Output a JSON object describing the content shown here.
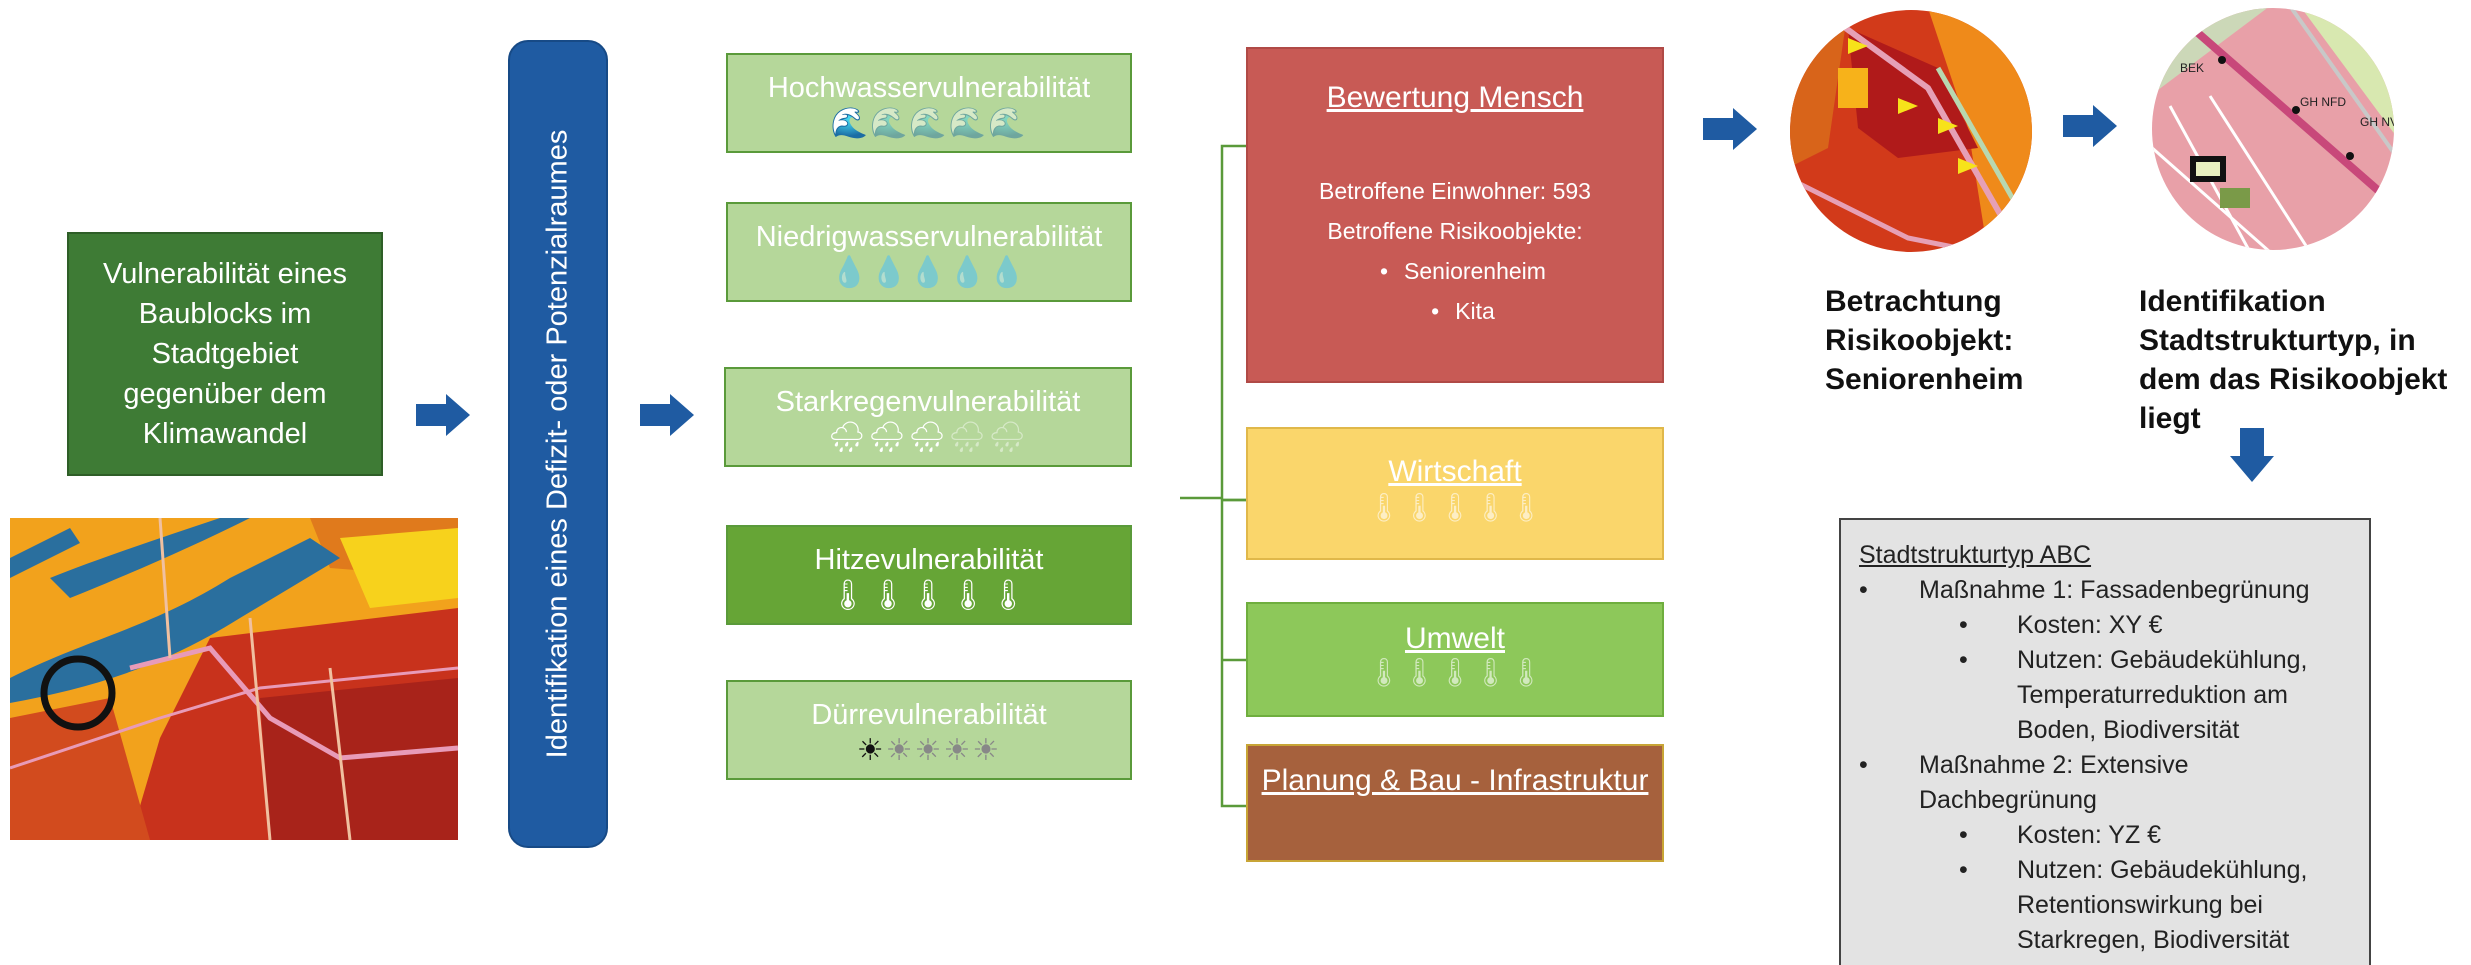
{
  "left_box": {
    "text": "Vulnerabilität eines Baublocks im Stadtgebiet gegenüber dem Klimawandel"
  },
  "vertical_label": "Identifikation eines Defizit- oder Potenzialraumes",
  "vulnerabilities": [
    {
      "label": "Hochwasservulnerabilität",
      "icon": "wave-icon",
      "glyphs": "🌊🌊🌊🌊🌊",
      "active": 1
    },
    {
      "label": "Niedrigwasservulnerabilität",
      "icon": "drop-icon",
      "glyphs": "💧💧💧💧💧",
      "active": 0
    },
    {
      "label": "Starkregenvulnerabilität",
      "icon": "cloud-rain-icon",
      "glyphs": "🌧🌧🌧🌧🌧",
      "active": 3
    },
    {
      "label": "Hitzevulnerabilität",
      "icon": "thermometer-icon",
      "glyphs": "🌡🌡🌡🌡🌡",
      "active": 5
    },
    {
      "label": "Dürrevulnerabilität",
      "icon": "sun-icon",
      "glyphs": "☀☀☀☀☀",
      "active": 1
    }
  ],
  "categories": {
    "mensch": {
      "title": "Bewertung Mensch",
      "residents": "Betroffene Einwohner: 593",
      "objects_title": "Betroffene Risikoobjekte:",
      "objects": [
        "Seniorenheim",
        "Kita"
      ]
    },
    "wirtschaft": {
      "title": "Wirtschaft",
      "icon": "thermometer-icon"
    },
    "umwelt": {
      "title": "Umwelt",
      "icon": "thermometer-icon"
    },
    "planung": {
      "title": "Planung & Bau - Infrastruktur"
    }
  },
  "step1": {
    "label": "Betrachtung Risikoobjekt: Seniorenheim"
  },
  "step2": {
    "label": "Identifikation Stadtstrukturtyp, in dem das Risikoobjekt liegt"
  },
  "measures": {
    "title": "Stadtstrukturtyp ABC",
    "m1": "Maßnahme 1: Fassadenbegrünung",
    "m1_cost": "Kosten: XY €",
    "m1_benefit": "Nutzen: Gebäudekühlung, Temperaturreduktion am Boden, Biodiversität",
    "m2": "Maßnahme 2: Extensive Dachbegrünung",
    "m2_cost": "Kosten: YZ €",
    "m2_benefit": "Nutzen: Gebäudekühlung, Retentionswirkung bei Starkregen, Biodiversität"
  },
  "map_labels": {
    "a": "BEK",
    "b": "GH NFD",
    "c": "GH NV"
  },
  "colors": {
    "dark_green": "#3e7b35",
    "light_green": "#b5d79a",
    "mid_green": "#66a536",
    "blue": "#1f5ba2",
    "red": "#c85a55",
    "yellow": "#fad66b",
    "green": "#8dc85a",
    "brown": "#a6613d",
    "grey": "#e3e3e3"
  }
}
